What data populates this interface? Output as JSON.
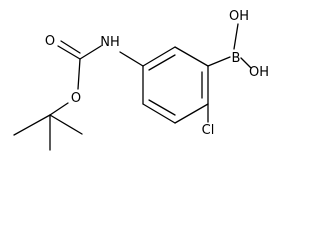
{
  "molecule": {
    "atoms": {
      "nh": "NH",
      "boron": "B",
      "oh_upper": "OH",
      "oh_lower": "OH",
      "chlorine": "Cl",
      "carbonyl_o": "O",
      "ester_o": "O"
    },
    "colors": {
      "bond": "#000000",
      "label": "#000000",
      "background": "#ffffff"
    }
  }
}
